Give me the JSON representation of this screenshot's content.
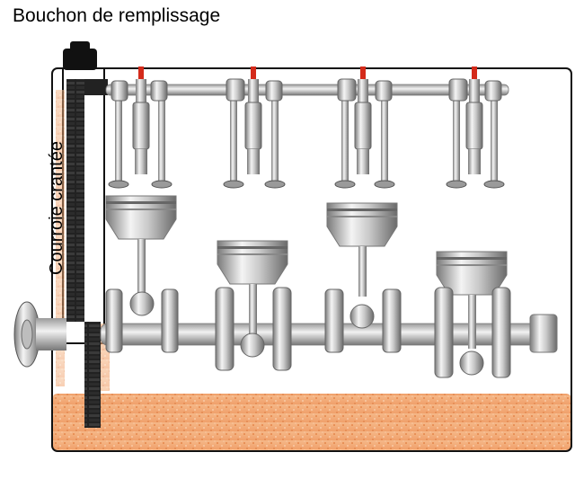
{
  "labels": {
    "filler_cap": "Bouchon de remplissage",
    "timing_belt": "Courroie crantée"
  },
  "colors": {
    "oil": "#f2a46f",
    "oil_speckle": "#e07a3c",
    "engine_outline": "#111111",
    "belt": "#1c1c1c",
    "spark_tip": "#d42a1a",
    "metal_light": "#e6e6e6",
    "metal_dark": "#6e6e6e"
  },
  "components": {
    "cylinder_count": 4,
    "icons": [
      "filler-cap-icon",
      "timing-belt-icon",
      "crankshaft-icon",
      "piston-icon",
      "valve-icon",
      "spark-plug-icon",
      "camshaft-icon",
      "pulley-icon",
      "oil-sump-icon"
    ]
  }
}
